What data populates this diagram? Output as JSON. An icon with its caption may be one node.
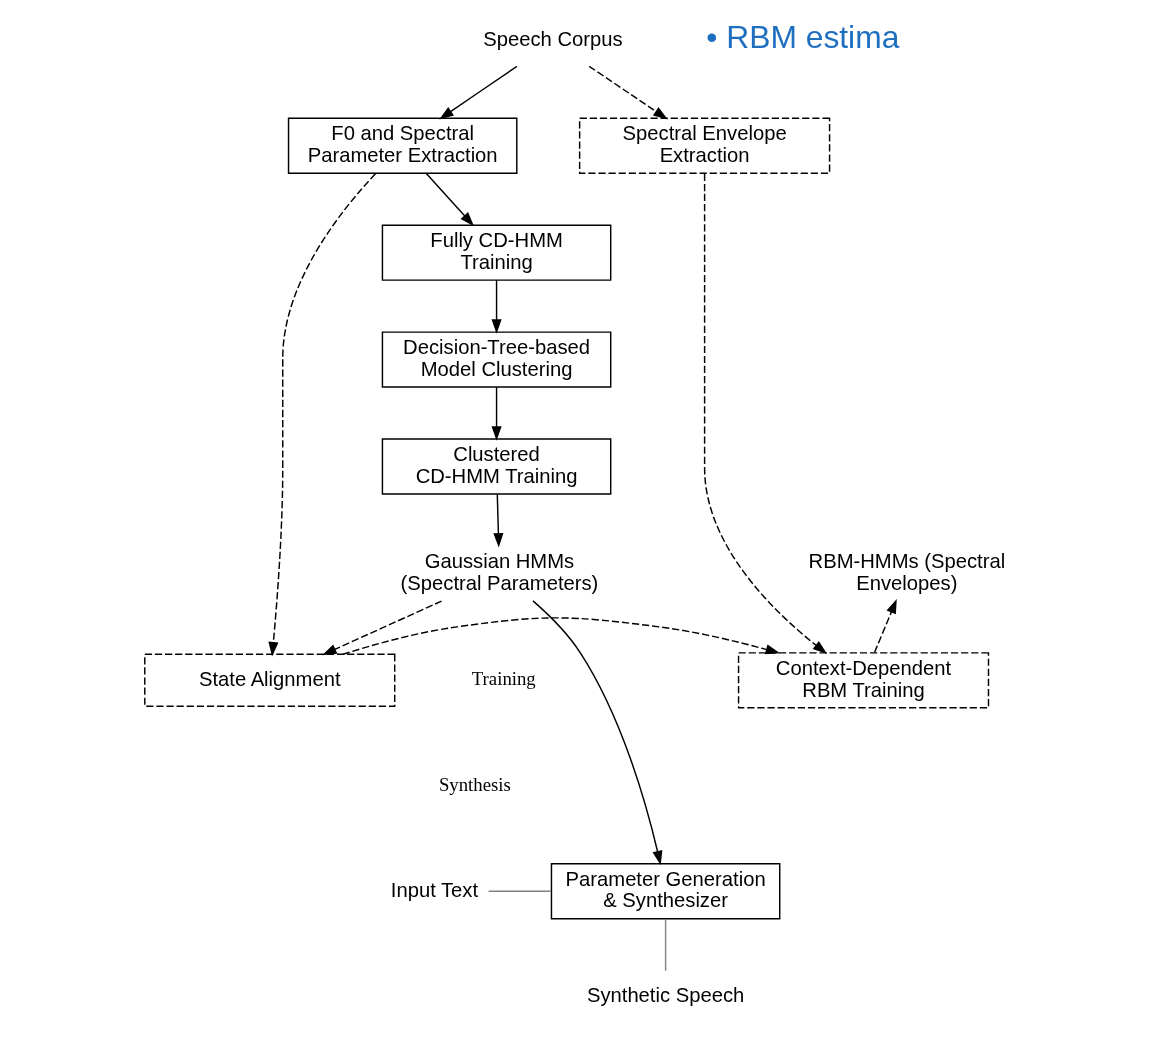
{
  "diagram": {
    "nodes": [
      {
        "text": [
          "Speech Corpus"
        ]
      },
      {
        "text": [
          "F0 and Spectral Parameter Extraction"
        ]
      },
      {
        "text": [
          "Spectral Envelope Extraction"
        ]
      },
      {
        "text": [
          "Fully CD-HMM Training"
        ]
      },
      {
        "text": [
          "Decision-Tree-based Model Clustering"
        ]
      },
      {
        "text": [
          "Clustered CD-HMM Training"
        ]
      },
      {
        "text": [
          "State Alignment"
        ]
      },
      {
        "text": [
          "Context-Dependent RBM Training"
        ]
      },
      {
        "text": [
          "Gaussian HMMs (Spectral Parameters)"
        ]
      },
      {
        "text": [
          "RBM-HMMs (Spectral Envelopes)"
        ]
      },
      {
        "text": [
          "Parameter Generation & Synthesizer"
        ]
      },
      {
        "text": [
          "Input Text"
        ]
      },
      {
        "text": [
          "Synthetic Speech"
        ]
      }
    ],
    "edges": [
      {
        "from": 0,
        "to": 1,
        "arrow": "to"
      },
      {
        "from": 0,
        "to": 2,
        "arrow": "to",
        "style": "dashed"
      },
      {
        "from": 1,
        "to": 3,
        "arrow": "to"
      },
      {
        "from": 3,
        "to": 4,
        "arrow": "to"
      },
      {
        "from": 4,
        "to": 5,
        "arrow": "to"
      },
      {
        "from": 5,
        "to": 8,
        "arrow": "to"
      },
      {
        "from": 1,
        "to": 6,
        "arrow": "to",
        "style": "dashed"
      },
      {
        "from": 8,
        "to": 6,
        "arrow": "to",
        "style": "dashed"
      },
      {
        "from": 2,
        "to": 7,
        "arrow": "to",
        "style": "dashed"
      },
      {
        "from": 6,
        "to": 7,
        "arrow": "to",
        "style": "dashed"
      },
      {
        "from": 7,
        "to": 9,
        "arrow": "to",
        "style": "dashed"
      },
      {
        "from": 8,
        "to": 10,
        "arrow": "to"
      },
      {
        "from": 11,
        "to": 10,
        "arrow": "none",
        "color": "#808080"
      },
      {
        "from": 10,
        "to": 12,
        "arrow": "none",
        "color": "#808080"
      }
    ],
    "labels": [
      "• RBM estima",
      "Training",
      "Synthesis"
    ]
  }
}
